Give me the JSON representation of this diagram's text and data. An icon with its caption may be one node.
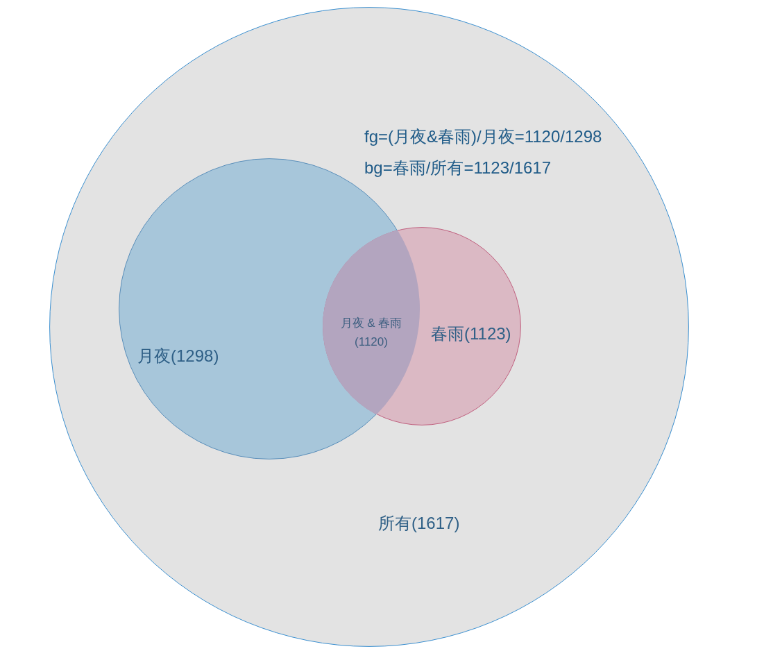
{
  "diagram": {
    "nodes": [
      {
        "text": [
          "所有(1617)"
        ]
      },
      {
        "text": [
          "月夜(1298)"
        ],
        "in": 0
      },
      {
        "text": [
          "春雨(1123)"
        ],
        "in": 0
      },
      {
        "text": [
          "月夜 & 春雨 (1120)"
        ]
      }
    ],
    "labels": [
      "fg=(月夜&春雨)/月夜=1120/1298",
      "bg=春雨/所有=1123/1617"
    ]
  }
}
